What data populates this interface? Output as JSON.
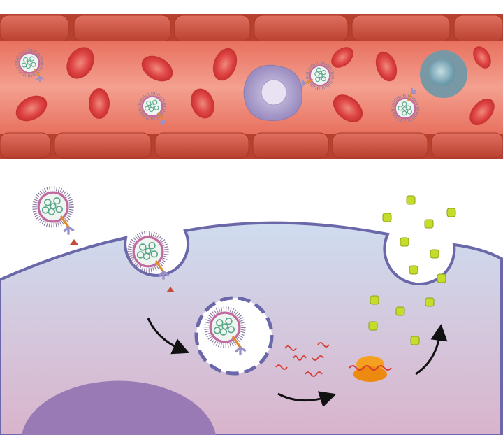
{
  "title": "",
  "colors": {
    "lumen": "#ee7a6a",
    "vessel_wall": "#d45a48",
    "red_blood_cell": "#e04848",
    "leukocyte": "#a89acb",
    "monocyte": "#7fa6b4",
    "cell_membrane": "#6a68a8",
    "cytoplasm_top": "#cfdcef",
    "cytoplasm_bottom": "#d9b4cc",
    "nucleus": "#9a7ab4",
    "sirna": "#d83a30",
    "ribosome": "#f2941a",
    "protein": "#c6dc2a",
    "nanoparticle_core": "#5aa88a"
  },
  "counts": {
    "red_blood_cells": 11,
    "nanoparticles_in_vessel": 4,
    "secreted_proteins": 13
  }
}
